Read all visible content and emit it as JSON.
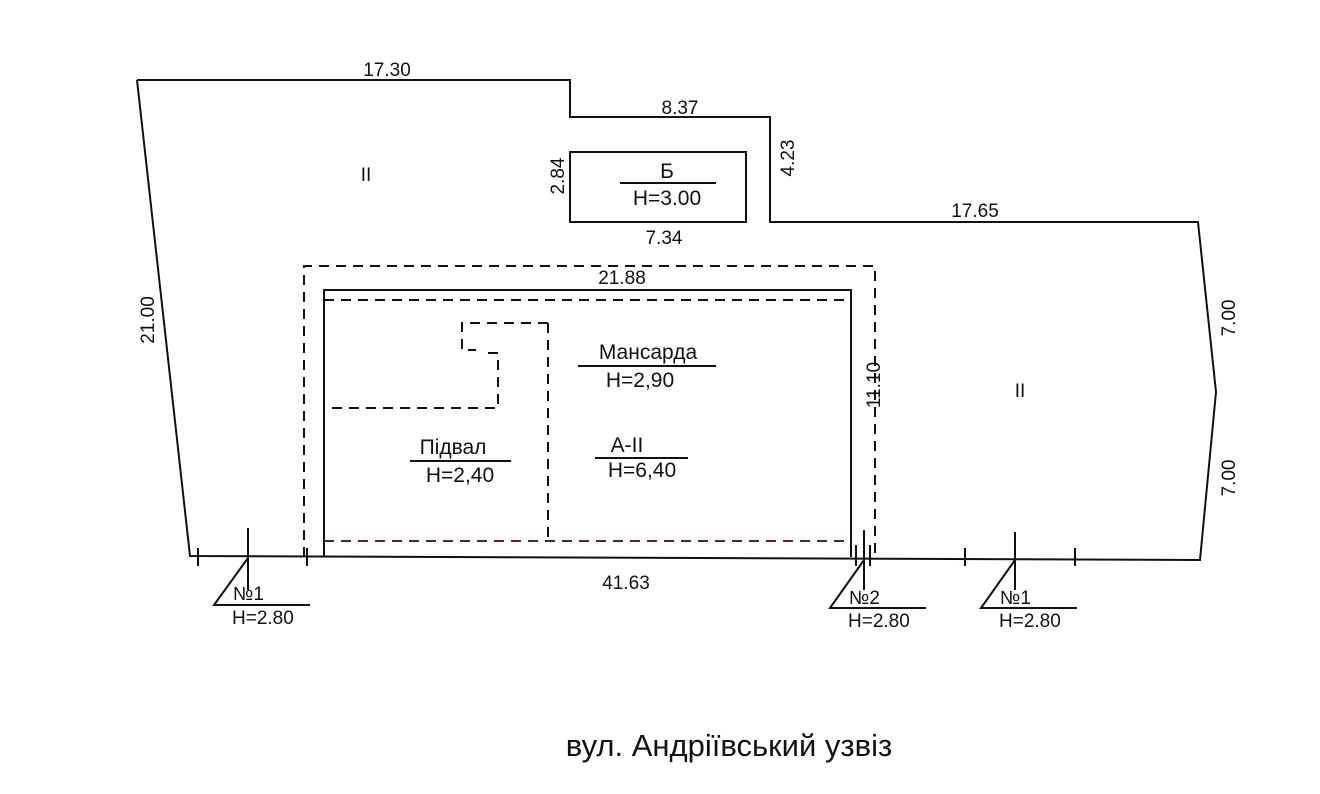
{
  "dimensions": {
    "top_left": "17.30",
    "top_mid": "8.37",
    "step_vertical": "4.23",
    "right_top": "17.65",
    "left": "21.00",
    "right_upper": "7.00",
    "right_lower": "7.00",
    "bottom": "41.63",
    "building_width": "21.88",
    "building_depth": "11.10",
    "shed_width": "7.34",
    "shed_depth": "2.84"
  },
  "zones": {
    "left": "II",
    "right": "II"
  },
  "shed": {
    "name": "Б",
    "height": "H=3.00"
  },
  "building": {
    "attic_name": "Мансарда",
    "attic_height": "H=2,90",
    "basement_name": "Підвал",
    "basement_height": "H=2,40",
    "main_name": "А-ІІ",
    "main_height": "H=6,40"
  },
  "markers": [
    {
      "label": "№1",
      "height": "H=2.80"
    },
    {
      "label": "№2",
      "height": "H=2.80"
    },
    {
      "label": "№1",
      "height": "H=2.80"
    }
  ],
  "street": "вул. Андріївський узвіз"
}
